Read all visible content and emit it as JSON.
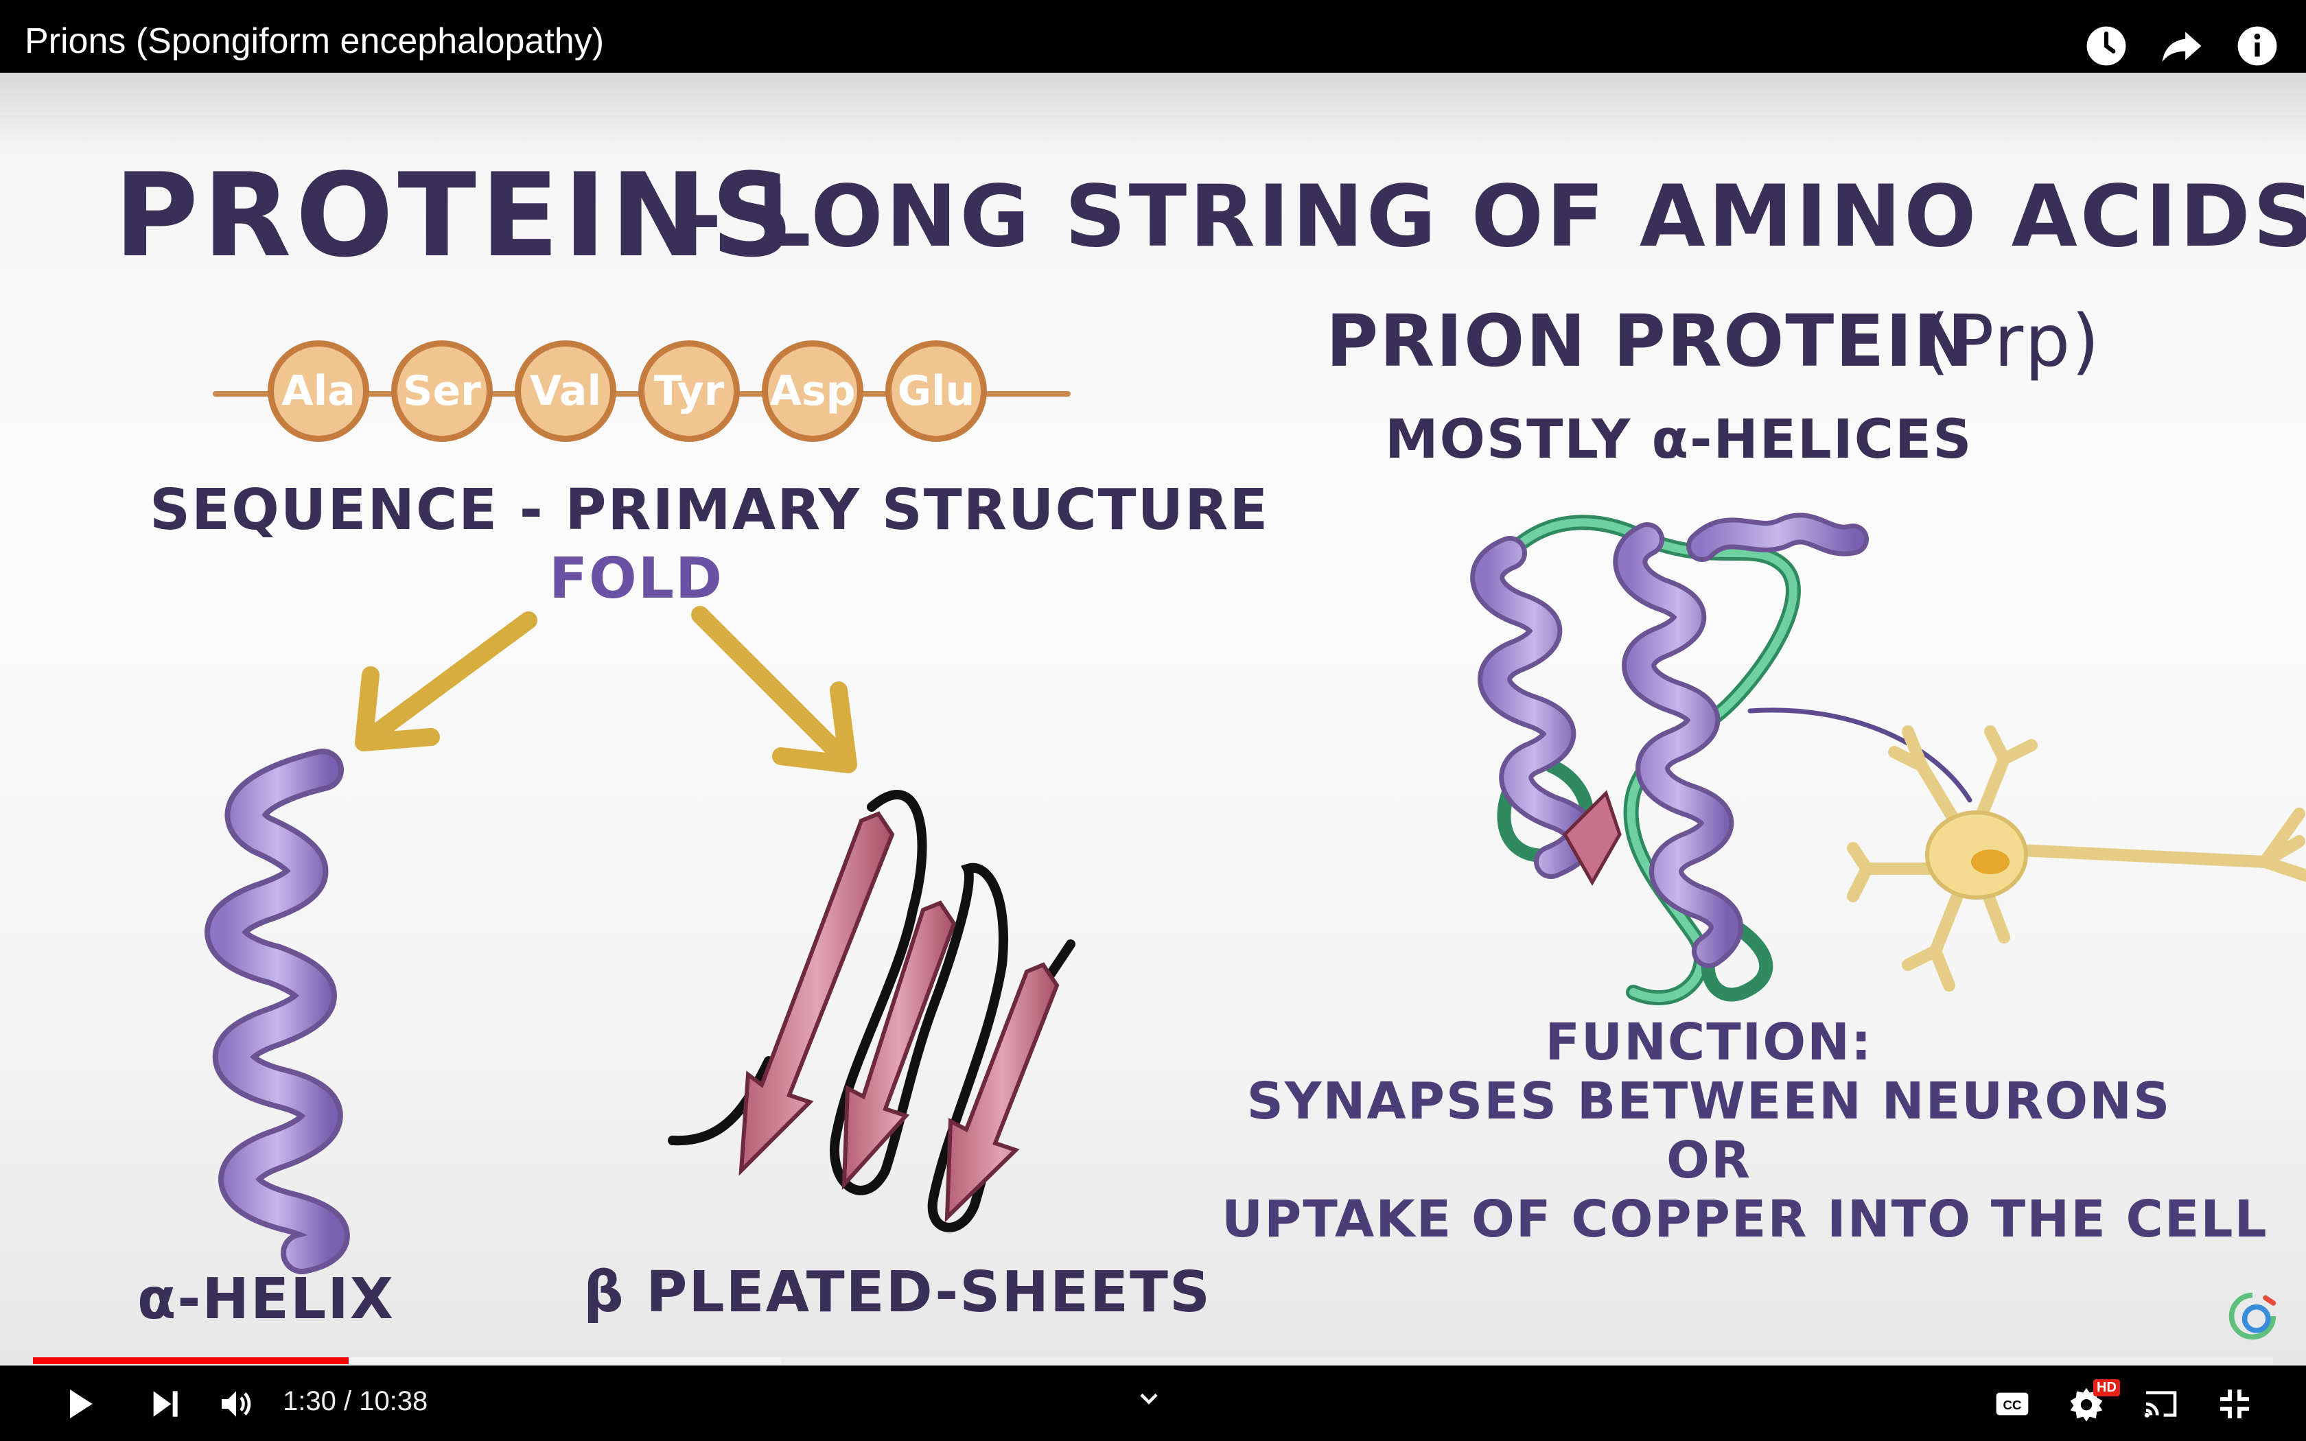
{
  "window": {
    "title": "Prions (Spongiform encephalopathy)"
  },
  "top_icons": [
    "watch-later-icon",
    "share-icon",
    "info-icon"
  ],
  "slide": {
    "heading": "PROTEINS",
    "heading_sub": "- LONG STRING OF AMINO ACIDS",
    "amino_acids": [
      "Ala",
      "Ser",
      "Val",
      "Tyr",
      "Asp",
      "Glu"
    ],
    "sequence_label": "SEQUENCE - PRIMARY STRUCTURE",
    "fold_label": "FOLD",
    "alpha_helix_label": "α-HELIX",
    "beta_sheets_label": "β PLEATED-SHEETS",
    "prion_title": "PRION PROTEIN",
    "prion_abbr": "(Prp)",
    "helices_label": "MOSTLY α-HELICES",
    "function_heading": "FUNCTION:",
    "function_line1": "SYNAPSES BETWEEN NEURONS",
    "function_or": "OR",
    "function_line2": "UPTAKE OF COPPER INTO THE CELL"
  },
  "player": {
    "current_time": "1:30",
    "duration": "10:38",
    "time_display": "1:30 / 10:38",
    "progress_fraction": 0.141,
    "hd_badge": "HD",
    "cc_label": "CC"
  },
  "colors": {
    "ink": "#3a3057",
    "accent_purple": "#6a51a3",
    "arrow_gold": "#d8ad3f",
    "bead_fill": "#f1c591",
    "bead_border": "#c57c3f",
    "progress_red": "#ff0000"
  }
}
